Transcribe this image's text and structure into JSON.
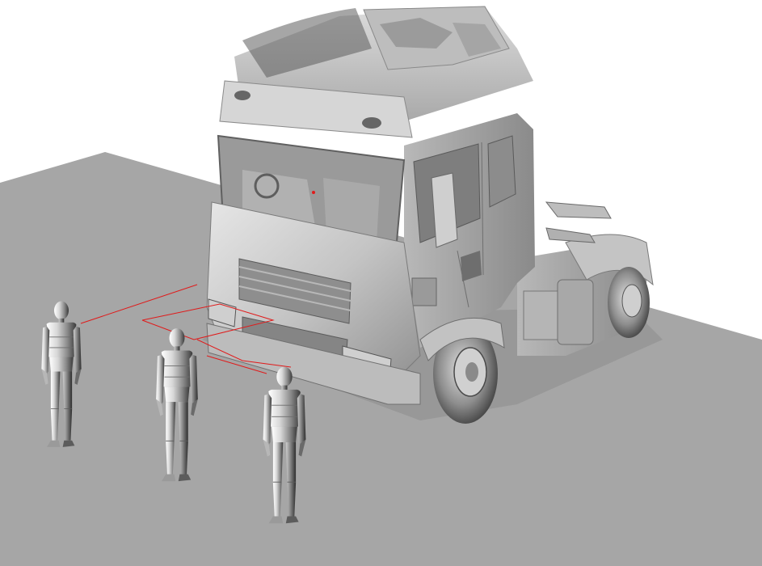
{
  "scene": {
    "background_color": "#ffffff",
    "floor_color": "#a6a6a6",
    "model_color": "#c9c9c9",
    "model_shadow_color": "#7d7d7d",
    "measurement_color": "#e01b1b"
  },
  "objects": {
    "floor": "ground-plane",
    "truck": "truck-cab-scan",
    "manikins": [
      "manikin-left",
      "manikin-center",
      "manikin-right"
    ],
    "measurements": [
      "distance-line-1",
      "distance-line-2",
      "distance-line-3"
    ]
  }
}
